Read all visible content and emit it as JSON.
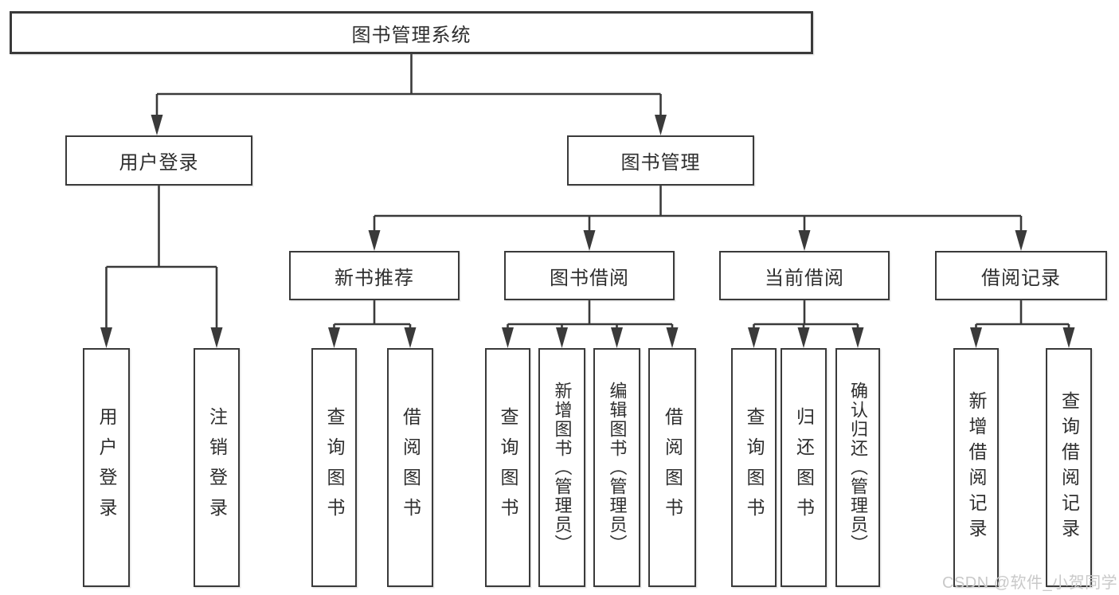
{
  "colors": {
    "line": "#3a3a3a",
    "box_border": "#3a3a3a",
    "text": "#2e2e2e",
    "background": "#ffffff",
    "watermark": "#c9c9c9"
  },
  "watermark": {
    "text": "CSDN @软件_小贺同学"
  },
  "tree": {
    "root": {
      "label": "图书管理系统",
      "children": [
        {
          "label": "用户登录",
          "children": [
            {
              "label": "用户登录"
            },
            {
              "label": "注销登录"
            }
          ]
        },
        {
          "label": "图书管理",
          "children": [
            {
              "label": "新书推荐",
              "children": [
                {
                  "label": "查询图书"
                },
                {
                  "label": "借阅图书"
                }
              ]
            },
            {
              "label": "图书借阅",
              "children": [
                {
                  "label": "查询图书"
                },
                {
                  "label": "新增图书（管理员）"
                },
                {
                  "label": "编辑图书（管理员）"
                },
                {
                  "label": "借阅图书"
                }
              ]
            },
            {
              "label": "当前借阅",
              "children": [
                {
                  "label": "查询图书"
                },
                {
                  "label": "归还图书"
                },
                {
                  "label": "确认归还（管理员）"
                }
              ]
            },
            {
              "label": "借阅记录",
              "children": [
                {
                  "label": "新增借阅记录"
                },
                {
                  "label": "查询借阅记录"
                }
              ]
            }
          ]
        }
      ]
    }
  }
}
